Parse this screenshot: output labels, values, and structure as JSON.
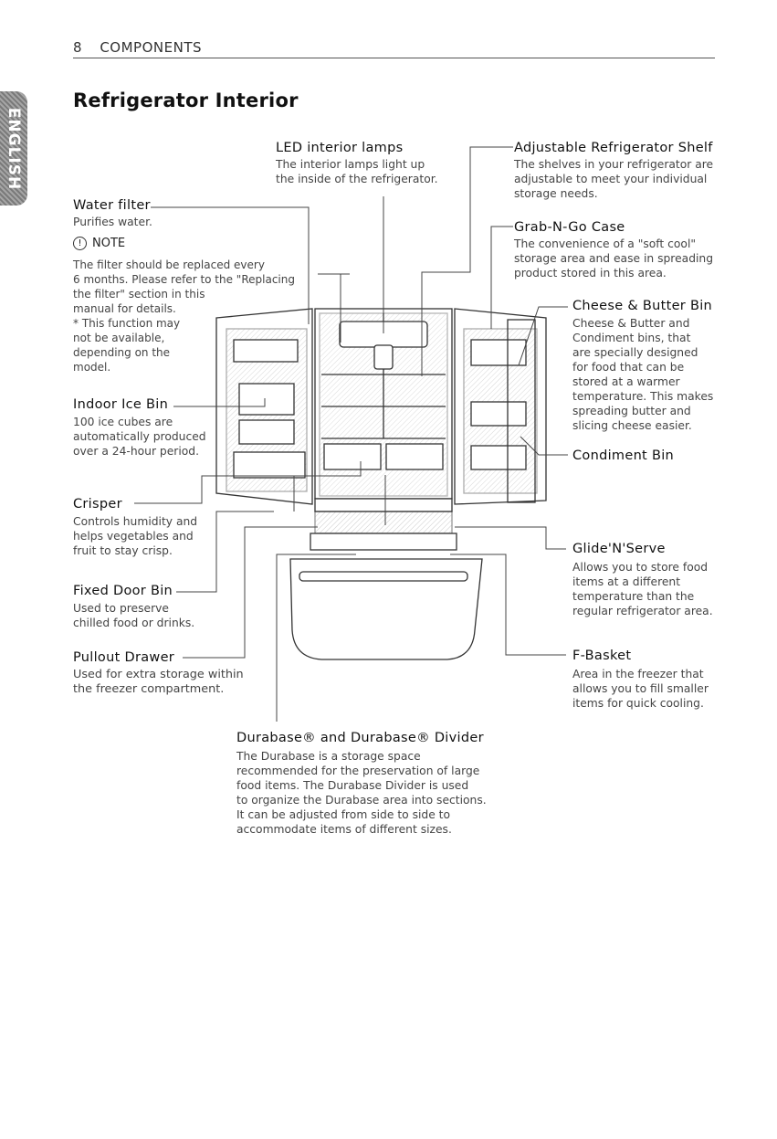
{
  "header": {
    "page_number": "8",
    "section": "COMPONENTS"
  },
  "side_tab": "ENGLISH",
  "title": "Refrigerator Interior",
  "components": {
    "led_lamps": {
      "label": "LED interior lamps",
      "desc": "The interior lamps light up\nthe inside of the refrigerator."
    },
    "shelf": {
      "label": "Adjustable Refrigerator Shelf",
      "desc": "The shelves in your refrigerator are\nadjustable to meet your individual\nstorage needs."
    },
    "water_filter": {
      "label": "Water filter",
      "desc": "Purifies water."
    },
    "note": {
      "label": "NOTE",
      "text": "The filter should be replaced every\n6 months. Please refer to the \"Replacing\nthe filter\" section in this\nmanual for details.\n* This function may\n  not be available,\n  depending on the\n  model."
    },
    "grab_n_go": {
      "label": "Grab-N-Go Case",
      "desc": "The convenience of a \"soft cool\"\nstorage area and ease in spreading\nproduct stored in this area."
    },
    "cheese_butter": {
      "label": "Cheese & Butter Bin",
      "desc": "Cheese & Butter and\nCondiment bins, that\nare specially designed\nfor food that can be\nstored at a warmer\ntemperature. This makes\nspreading butter and\nslicing cheese easier."
    },
    "ice_bin": {
      "label": "Indoor Ice Bin",
      "desc": "100 ice cubes are\nautomatically produced\nover a 24-hour period."
    },
    "condiment": {
      "label": "Condiment Bin"
    },
    "crisper": {
      "label": "Crisper",
      "desc": "Controls humidity and\nhelps vegetables and\nfruit to stay crisp."
    },
    "glide": {
      "label": "Glide'N'Serve",
      "desc": "Allows you to store food\nitems at a different\ntemperature than the\nregular refrigerator area."
    },
    "fixed_bin": {
      "label": "Fixed Door Bin",
      "desc": "Used to preserve\nchilled food or drinks."
    },
    "pullout": {
      "label": "Pullout Drawer",
      "desc": "Used for extra storage within\nthe freezer compartment."
    },
    "fbasket": {
      "label": "F-Basket",
      "desc": "Area in the freezer that\nallows you to fill smaller\nitems for quick cooling."
    },
    "durabase": {
      "label": "Durabase® and Durabase® Divider",
      "desc": "The Durabase is a storage space\nrecommended for the preservation of large\nfood items. The Durabase Divider is used\nto organize the Durabase area into sections.\nIt can be adjusted from side to side to\naccommodate items of different sizes."
    }
  }
}
